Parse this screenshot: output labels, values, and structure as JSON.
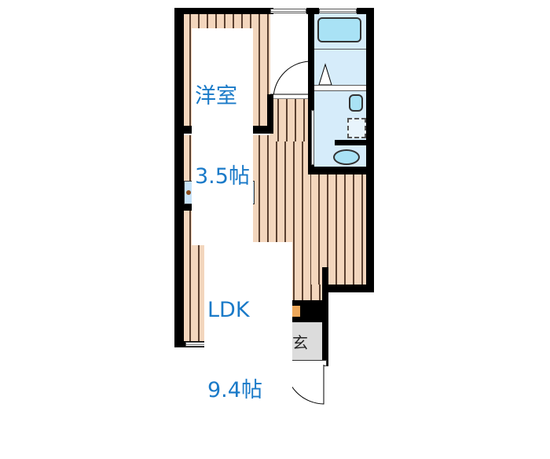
{
  "floorplan": {
    "rooms": [
      {
        "id": "western-room",
        "name": "洋室",
        "size": "3.5帖"
      },
      {
        "id": "ldk",
        "name": "LDK",
        "size": "9.4帖"
      },
      {
        "id": "entrance",
        "name": "玄"
      }
    ],
    "fixtures": [
      "bathtub",
      "washbasin",
      "washing-machine-space",
      "toilet",
      "kitchen-sink",
      "stove",
      "shoe-cabinet"
    ],
    "colors": {
      "wall": "#000000",
      "floor": "#f3d6bd",
      "floor_lines": "#5a4030",
      "wet_area": "#d6ecfa",
      "fixture": "#a9e2f5",
      "label_text": "#1a7ac8",
      "entrance": "#dcdcdc",
      "counter": "#eca75a"
    }
  }
}
